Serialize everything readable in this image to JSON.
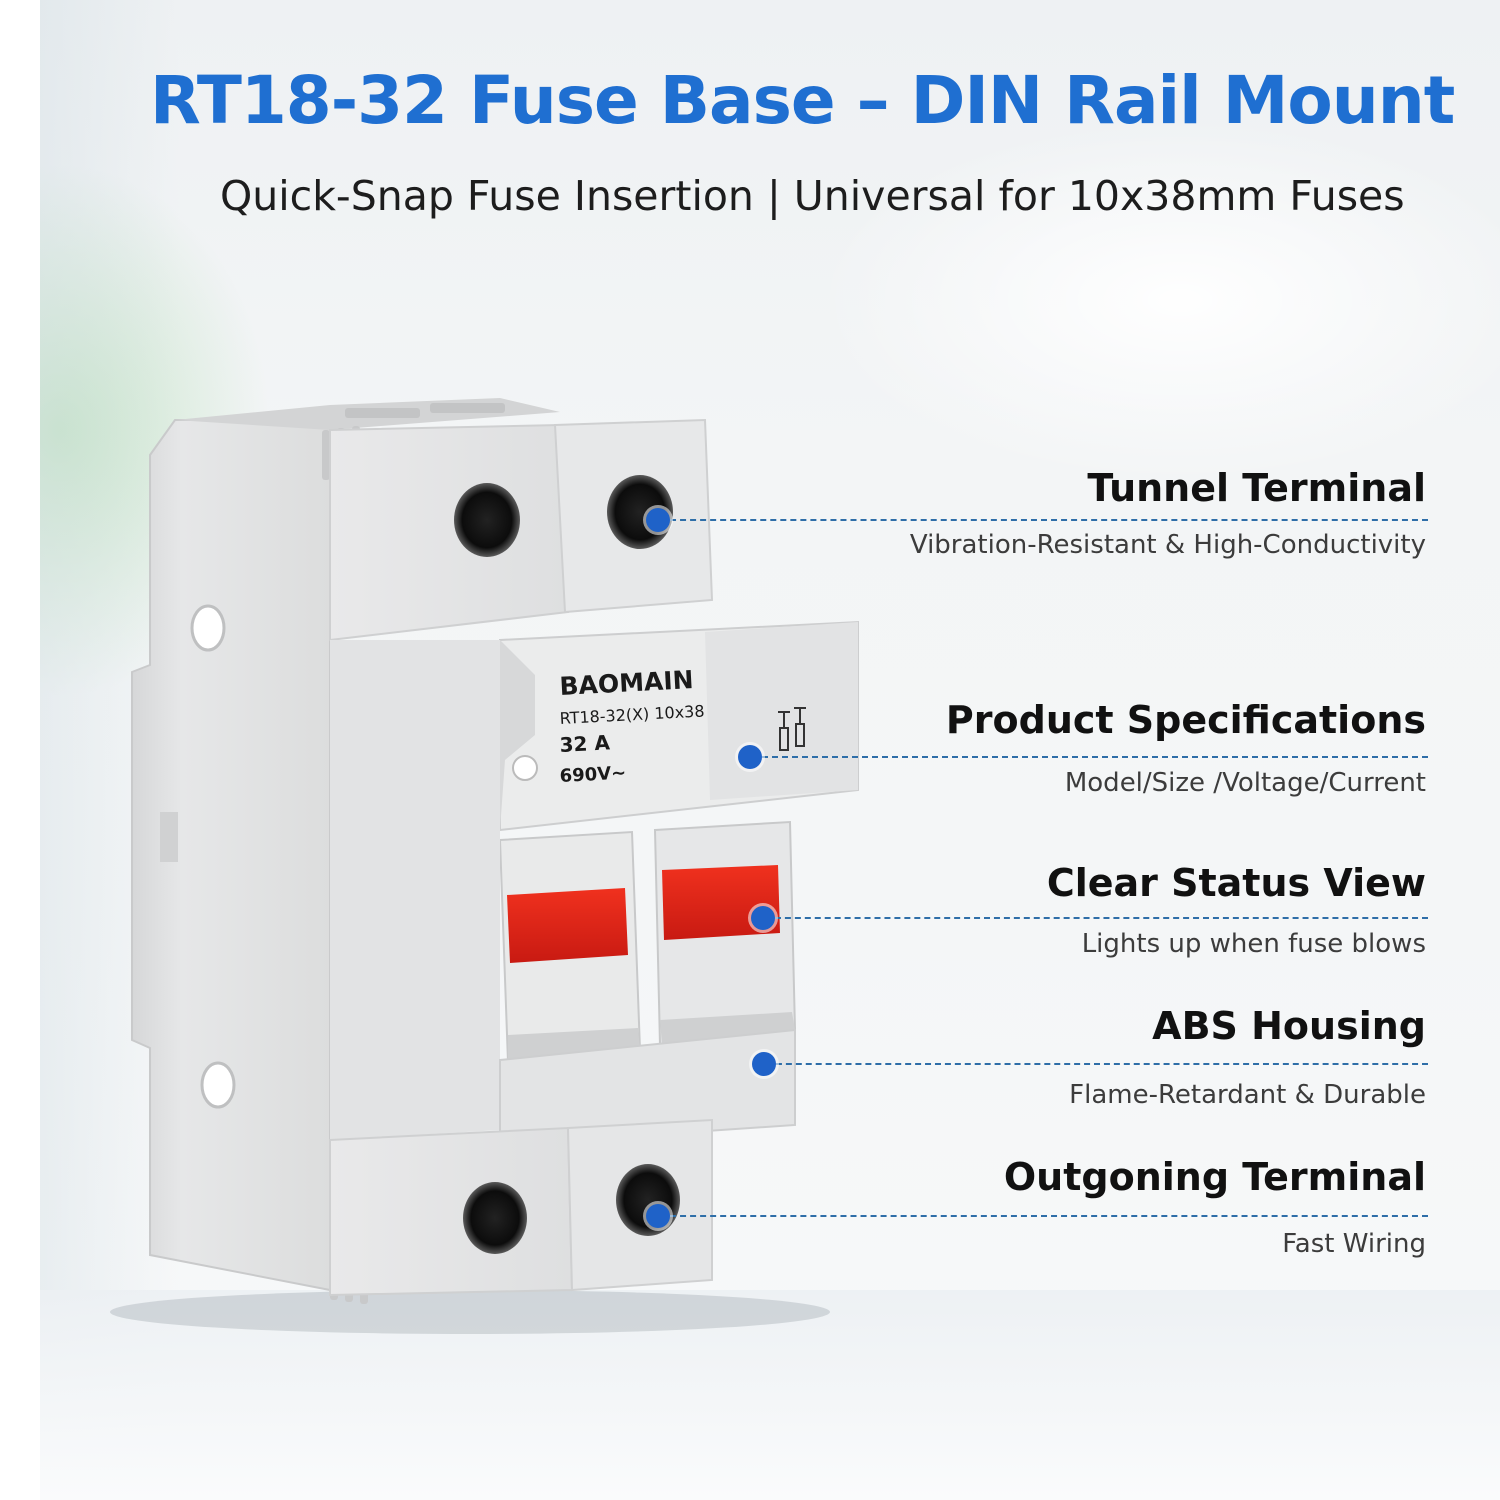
{
  "header": {
    "title": "RT18-32 Fuse Base – DIN Rail Mount",
    "subtitle": "Quick-Snap Fuse Insertion | Universal for 10x38mm Fuses"
  },
  "product_label": {
    "brand": "BAOMAIN",
    "model": "RT18-32(X) 10x38",
    "current": "32 A",
    "voltage": "690V~"
  },
  "features": [
    {
      "title": "Tunnel Terminal",
      "description": "Vibration-Resistant & High-Conductivity"
    },
    {
      "title": "Product Specifications",
      "description": "Model/Size /Voltage/Current"
    },
    {
      "title": "Clear Status View",
      "description": "Lights up when fuse blows"
    },
    {
      "title": "ABS Housing",
      "description": "Flame-Retardant & Durable"
    },
    {
      "title": "Outgoning Terminal",
      "description": "Fast Wiring"
    }
  ],
  "colors": {
    "title": "#1f6fd1",
    "leader": "#2e6ea8",
    "dot": "#1f62c8",
    "housing": "#e4e5e6",
    "indicator": "#e0261a"
  }
}
